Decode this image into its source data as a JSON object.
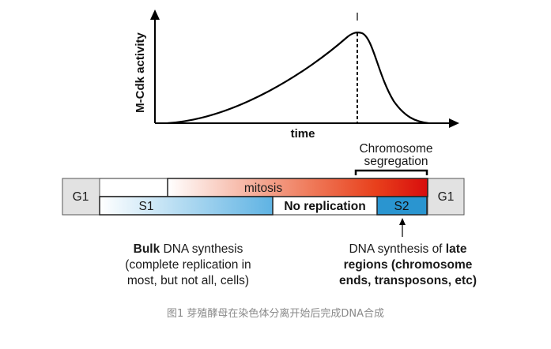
{
  "graph": {
    "ylabel": "M-Cdk activity",
    "xlabel": "time"
  },
  "segregation_label": [
    "Chromosome",
    "segregation"
  ],
  "bar": {
    "g1_left": "G1",
    "g1_right": "G1",
    "s1": "S1",
    "s2": "S2",
    "mitosis": "mitosis",
    "no_replication": "No replication"
  },
  "notes": {
    "bulk": {
      "bold": "Bulk",
      "rest": " DNA synthesis",
      "lines": [
        "(complete replication in",
        "most, but not all, cells)"
      ]
    },
    "late": {
      "line1_normal": "DNA synthesis of ",
      "line1_bold": "late",
      "bold_lines": [
        "regions (chromosome",
        "ends, transposons, etc)"
      ]
    }
  },
  "caption": "图1 芽殖酵母在染色体分离开始后完成DNA合成",
  "colors": {
    "g1_fill": "#e2e2e2",
    "s1_gradient": [
      "#ffffff",
      "#5fb3e3"
    ],
    "mitosis_gradient": [
      "#ffffff",
      "#e8401c",
      "#d80d0d"
    ],
    "s2_fill": "#2a95d0",
    "caption": "#8a8a8a"
  }
}
